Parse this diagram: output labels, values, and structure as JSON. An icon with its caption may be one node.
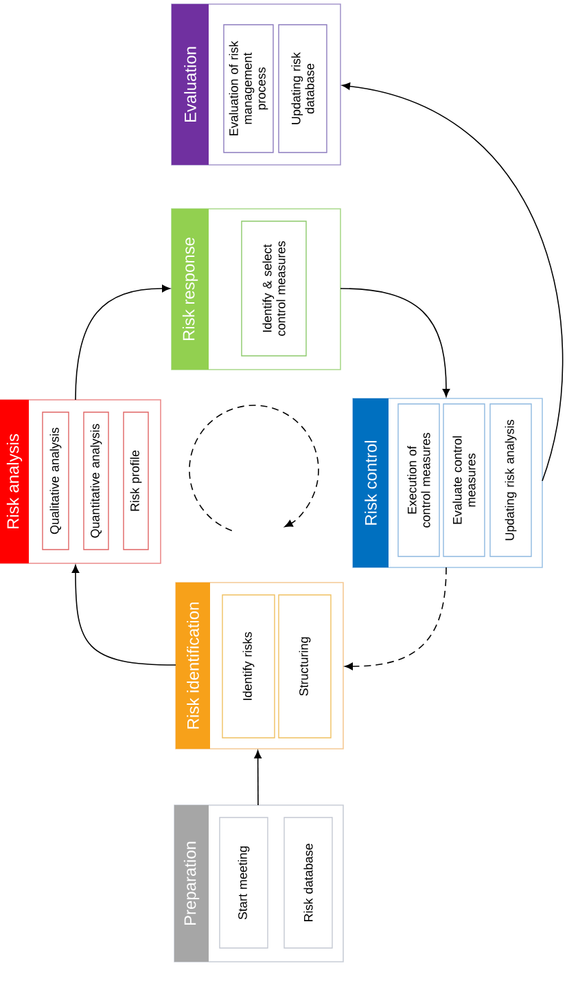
{
  "diagram": {
    "nodes": [
      {
        "text": [
          "Preparation"
        ]
      },
      {
        "text": [
          "Start meeting"
        ],
        "in": 0
      },
      {
        "text": [
          "Risk database"
        ],
        "in": 0
      },
      {
        "text": [
          "Risk identification"
        ]
      },
      {
        "text": [
          "Identify risks"
        ],
        "in": 3
      },
      {
        "text": [
          "Structuring"
        ],
        "in": 3
      },
      {
        "text": [
          "Risk analysis"
        ]
      },
      {
        "text": [
          "Qualitative analysis"
        ],
        "in": 6
      },
      {
        "text": [
          "Quantitative analysis"
        ],
        "in": 6
      },
      {
        "text": [
          "Risk profile"
        ],
        "in": 6
      },
      {
        "text": [
          "Risk response"
        ]
      },
      {
        "text": [
          "Identify & select control measures"
        ],
        "in": 10
      },
      {
        "text": [
          "Risk control"
        ]
      },
      {
        "text": [
          "Execution of control measures"
        ],
        "in": 12
      },
      {
        "text": [
          "Evaluate control measures"
        ],
        "in": 12
      },
      {
        "text": [
          "Updating risk analysis"
        ],
        "in": 12
      },
      {
        "text": [
          "Evaluation"
        ]
      },
      {
        "text": [
          "Evaluation of risk management process"
        ],
        "in": 16
      },
      {
        "text": [
          "Updating risk database"
        ],
        "in": 16
      }
    ],
    "edges": [
      {
        "from": 0,
        "to": 3,
        "arrow": "to"
      },
      {
        "from": 3,
        "to": 6,
        "arrow": "to"
      },
      {
        "from": 6,
        "to": 10,
        "arrow": "to"
      },
      {
        "from": 10,
        "to": 12,
        "arrow": "to"
      },
      {
        "from": 12,
        "to": 16,
        "arrow": "to"
      },
      {
        "from": 12,
        "to": 3,
        "arrow": "to",
        "style": "dashed"
      }
    ]
  }
}
